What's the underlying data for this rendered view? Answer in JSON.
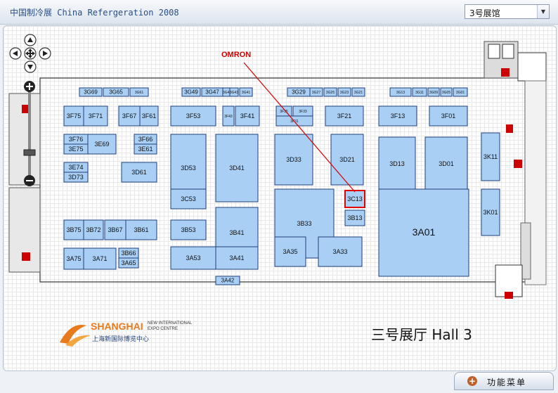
{
  "app": {
    "title": "中国制冷展 China Refergeration 2008"
  },
  "hall_select": {
    "value": "3号展馆"
  },
  "callout": {
    "label": "OMRON"
  },
  "hall_title": "三号展厅  Hall 3",
  "logo": {
    "main": "SHANGHAI",
    "sub1": "NEW INTERNATIONAL",
    "sub2": "EXPO CENTRE",
    "cn": "上海新国际博览中心"
  },
  "function_menu": {
    "label": "功能菜单"
  },
  "colors": {
    "booth_fill": "#a9cff5",
    "booth_stroke": "#1f3f7a",
    "highlight": "#e00000",
    "callout": "#d40000"
  },
  "booths": [
    {
      "id": "3G69"
    },
    {
      "id": "3G65"
    },
    {
      "id": "3G61"
    },
    {
      "id": "3G49"
    },
    {
      "id": "3G45"
    },
    {
      "id": "3G47"
    },
    {
      "id": "3G43"
    },
    {
      "id": "3G41"
    },
    {
      "id": "3G29"
    },
    {
      "id": "3G27"
    },
    {
      "id": "3G25"
    },
    {
      "id": "3G23"
    },
    {
      "id": "3G21"
    },
    {
      "id": "3G13"
    },
    {
      "id": "3G11"
    },
    {
      "id": "3G09"
    },
    {
      "id": "3G05"
    },
    {
      "id": "3G01"
    },
    {
      "id": "3F75"
    },
    {
      "id": "3F71"
    },
    {
      "id": "3F67"
    },
    {
      "id": "3F61"
    },
    {
      "id": "3F53"
    },
    {
      "id": "3F43"
    },
    {
      "id": "3F41"
    },
    {
      "id": "3F35"
    },
    {
      "id": "3F33"
    },
    {
      "id": "3F31"
    },
    {
      "id": "3F21"
    },
    {
      "id": "3F13"
    },
    {
      "id": "3F01"
    },
    {
      "id": "3F76"
    },
    {
      "id": "3E75"
    },
    {
      "id": "3E69"
    },
    {
      "id": "3F66"
    },
    {
      "id": "3E61"
    },
    {
      "id": "3E74"
    },
    {
      "id": "3D73"
    },
    {
      "id": "3D61"
    },
    {
      "id": "3D53"
    },
    {
      "id": "3D41"
    },
    {
      "id": "3D33"
    },
    {
      "id": "3D21"
    },
    {
      "id": "3D13"
    },
    {
      "id": "3D01"
    },
    {
      "id": "3K11"
    },
    {
      "id": "3C53"
    },
    {
      "id": "3B41"
    },
    {
      "id": "3B33"
    },
    {
      "id": "3C13",
      "highlight": true
    },
    {
      "id": "3B13"
    },
    {
      "id": "3A01"
    },
    {
      "id": "3K01"
    },
    {
      "id": "3B75"
    },
    {
      "id": "3B72"
    },
    {
      "id": "3B67"
    },
    {
      "id": "3B61"
    },
    {
      "id": "3B53"
    },
    {
      "id": "3A75"
    },
    {
      "id": "3A71"
    },
    {
      "id": "3B66"
    },
    {
      "id": "3A65"
    },
    {
      "id": "3A53"
    },
    {
      "id": "3A41"
    },
    {
      "id": "3A35"
    },
    {
      "id": "3A33"
    },
    {
      "id": "3A42"
    }
  ]
}
